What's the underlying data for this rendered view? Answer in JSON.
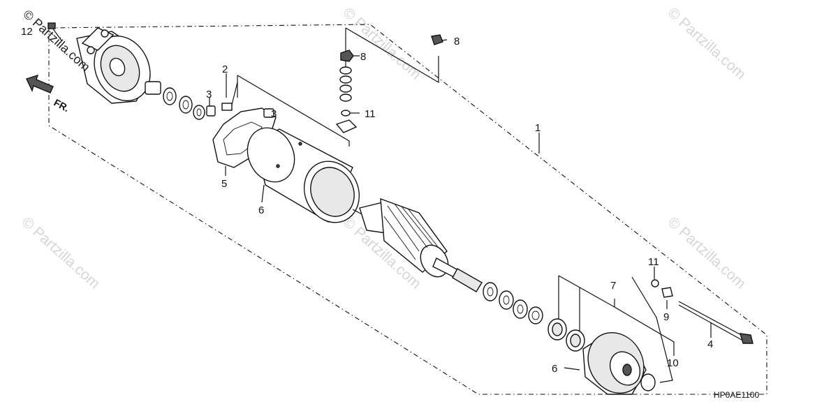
{
  "watermark": {
    "main": "© Partzilla.com",
    "faint": "© Partzilla.com"
  },
  "direction": {
    "label": "FR."
  },
  "diagram_code": "HP0AE1100",
  "callouts": [
    "1",
    "2",
    "3",
    "3",
    "4",
    "5",
    "6",
    "6",
    "7",
    "8",
    "8",
    "9",
    "10",
    "11",
    "11",
    "12"
  ]
}
